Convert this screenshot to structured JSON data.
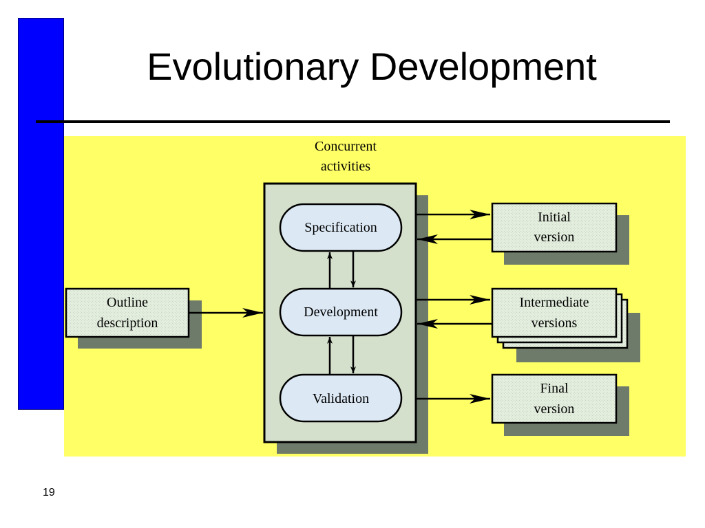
{
  "slide": {
    "title": "Evolutionary Development",
    "page_number": "19"
  },
  "diagram": {
    "group_label": [
      "Concurrent",
      "activities"
    ],
    "input": [
      "Outline",
      "description"
    ],
    "activities": {
      "specification": "Specification",
      "development": "Development",
      "validation": "Validation"
    },
    "outputs": {
      "initial": [
        "Initial",
        "version"
      ],
      "intermediate": [
        "Intermediate",
        "versions"
      ],
      "final": [
        "Final",
        "version"
      ]
    }
  },
  "colors": {
    "side_bar": "#0000ff",
    "panel": "#ffff66",
    "box_fill": "#e2eddc",
    "container_fill": "#d5e0cc",
    "ellipse_fill": "#dce9f5",
    "shadow": "#6e7a6a"
  }
}
